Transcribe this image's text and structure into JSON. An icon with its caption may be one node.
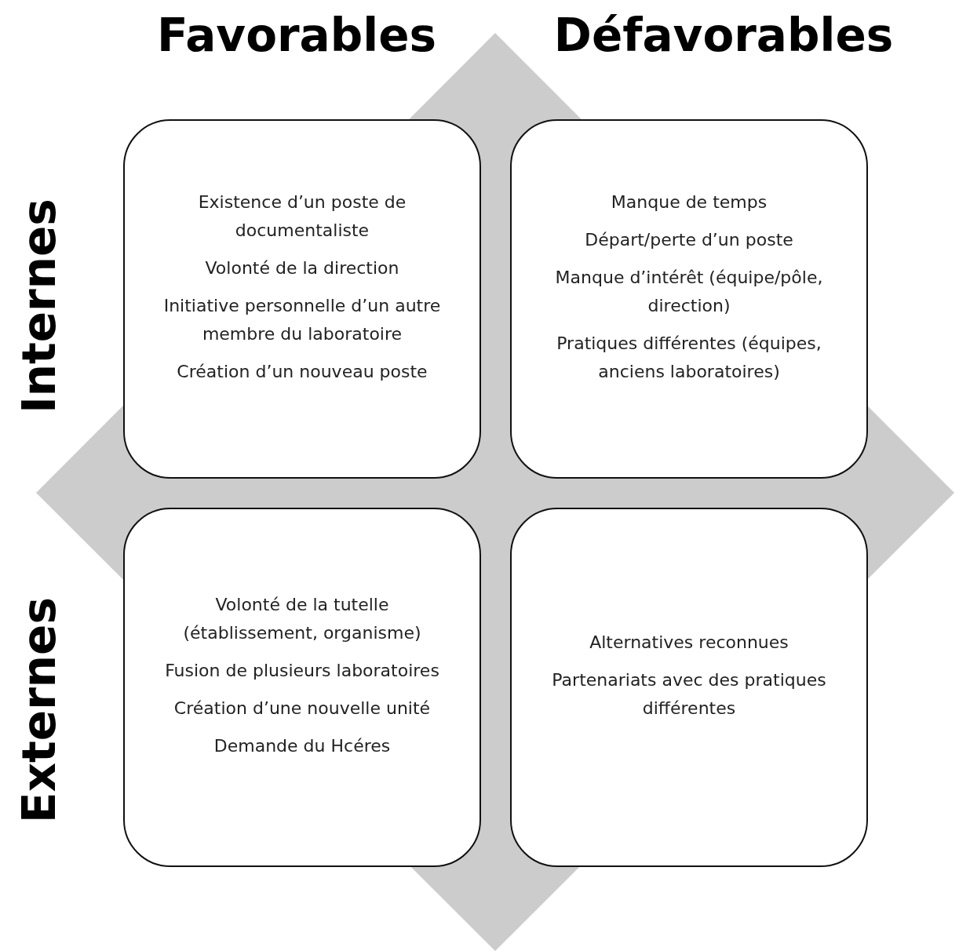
{
  "diagram": {
    "nodes": [
      {
        "text": [
          "Existence d’un poste de documentaliste",
          "Volonté de la direction",
          "Initiative personnelle d’un autre membre du laboratoire",
          "Création d’un nouveau poste"
        ]
      },
      {
        "text": [
          "Manque de temps",
          "Départ/perte d’un poste",
          "Manque d’intérêt (équipe/pôle, direction)",
          "Pratiques différentes (équipes, anciens laboratoires)"
        ]
      },
      {
        "text": [
          "Volonté de la tutelle (établissement, organisme)",
          "Fusion de plusieurs laboratoires",
          "Création d’une nouvelle unité",
          "Demande du Hcéres"
        ]
      },
      {
        "text": [
          "Alternatives reconnues",
          "Partenariats avec des pratiques différentes"
        ]
      }
    ],
    "labels": [
      "Favorables",
      "Défavorables",
      "Internes",
      "Externes"
    ]
  }
}
